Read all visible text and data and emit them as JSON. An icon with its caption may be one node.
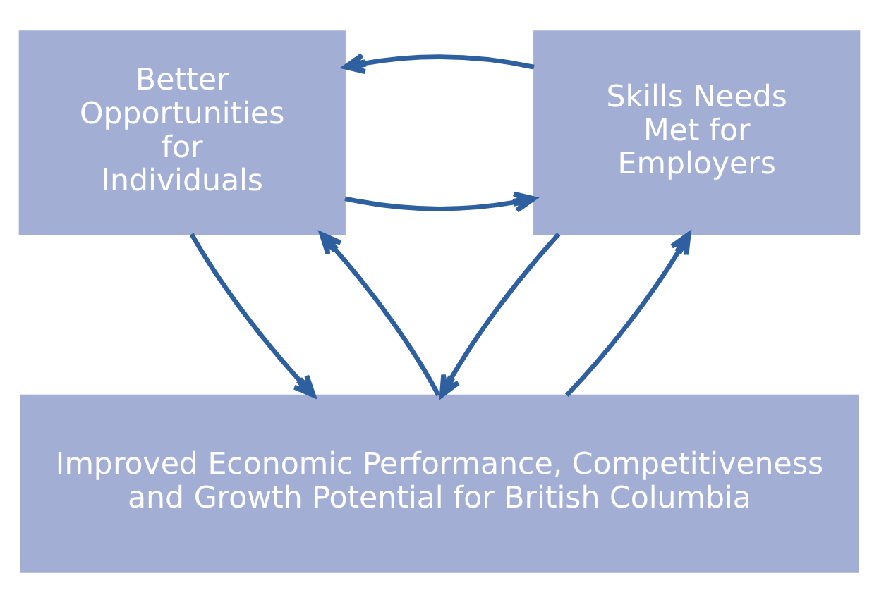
{
  "diagram": {
    "nodes": [
      {
        "text": [
          "Better Opportunities for Individuals"
        ]
      },
      {
        "text": [
          "Skills Needs Met for Employers"
        ]
      },
      {
        "text": [
          "Improved Economic Performance, Competitiveness and Growth Potential for British Columbia"
        ]
      }
    ],
    "edges": [
      {
        "from": 0,
        "to": 1,
        "arrow": "to"
      },
      {
        "from": 1,
        "to": 0,
        "arrow": "to"
      },
      {
        "from": 2,
        "to": 0,
        "arrow": "to"
      },
      {
        "from": 0,
        "to": 2,
        "arrow": "to"
      },
      {
        "from": 2,
        "to": 1,
        "arrow": "to"
      },
      {
        "from": 1,
        "to": 2,
        "arrow": "to"
      }
    ]
  }
}
